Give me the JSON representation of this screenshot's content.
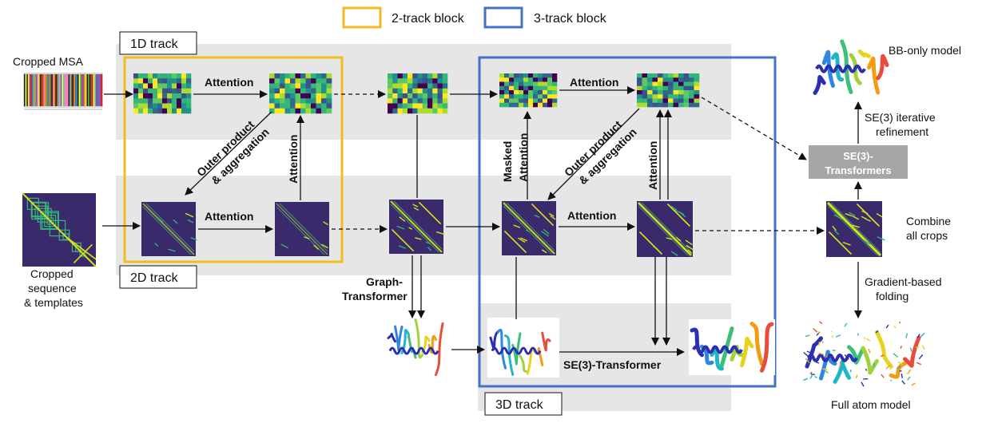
{
  "legend": {
    "two_track": "2-track block",
    "three_track": "3-track block"
  },
  "tracks": {
    "one_d": "1D track",
    "two_d": "2D track",
    "three_d": "3D track"
  },
  "inputs": {
    "msa": "Cropped MSA",
    "seq_line1": "Cropped",
    "seq_line2": "sequence",
    "seq_line3": "& templates"
  },
  "edges": {
    "attention": "Attention",
    "outer_line1": "Outer product",
    "outer_line2": "& aggregation",
    "masked_line1": "Masked",
    "masked_line2": "Attention",
    "graph_line1": "Graph-",
    "graph_line2": "Transformer",
    "se3_transformer": "SE(3)-Transformer",
    "se3_iter_line1": "SE(3) iterative",
    "se3_iter_line2": "refinement",
    "grad_line1": "Gradient-based",
    "grad_line2": "folding",
    "combine_line1": "Combine",
    "combine_line2": "all crops"
  },
  "modules": {
    "se3_block_line1": "SE(3)-",
    "se3_block_line2": "Transformers"
  },
  "outputs": {
    "bb_only": "BB-only model",
    "full_atom": "Full atom model"
  },
  "colors": {
    "two_track_border": "#F5B921",
    "three_track_border": "#4472C4",
    "track_band": "#E6E6E6",
    "matrix_bg": "#3B2A6B",
    "matrix_cell": "#22A884",
    "contact_diag": "#D4E21A",
    "se3_block_fill": "#A6A6A6"
  }
}
